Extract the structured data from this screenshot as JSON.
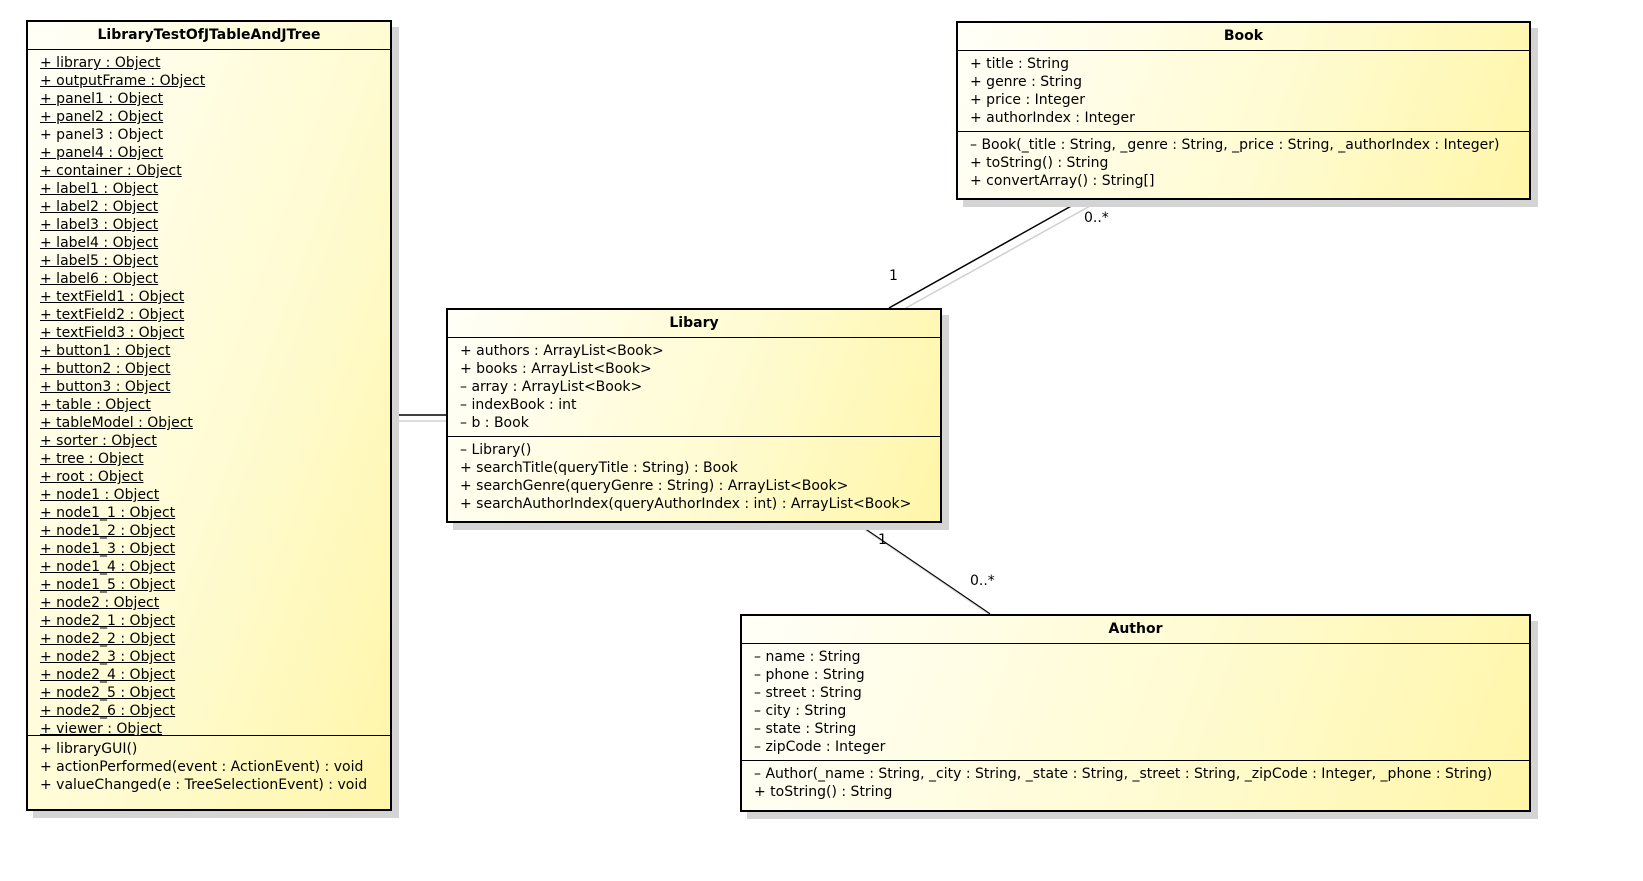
{
  "classes": {
    "gui": {
      "name": "LibraryTestOfJTableAndJTree",
      "attributes": [
        {
          "text": "+ library : Object",
          "static": true
        },
        {
          "text": "+ outputFrame : Object",
          "static": true
        },
        {
          "text": "+ panel1 : Object",
          "static": true
        },
        {
          "text": "+ panel2 : Object",
          "static": true
        },
        {
          "text": "+ panel3 : Object",
          "static": false
        },
        {
          "text": "+ panel4 : Object",
          "static": true
        },
        {
          "text": "+ container : Object",
          "static": true
        },
        {
          "text": "+ label1 : Object",
          "static": true
        },
        {
          "text": "+ label2 : Object",
          "static": true
        },
        {
          "text": "+ label3 : Object",
          "static": true
        },
        {
          "text": "+ label4 : Object",
          "static": true
        },
        {
          "text": "+ label5 : Object",
          "static": true
        },
        {
          "text": "+ label6 : Object",
          "static": true
        },
        {
          "text": "+ textField1 : Object",
          "static": true
        },
        {
          "text": "+ textField2 : Object",
          "static": true
        },
        {
          "text": "+ textField3 : Object",
          "static": true
        },
        {
          "text": "+ button1 : Object",
          "static": true
        },
        {
          "text": "+ button2 : Object",
          "static": true
        },
        {
          "text": "+ button3 : Object",
          "static": true
        },
        {
          "text": "+ table : Object",
          "static": true
        },
        {
          "text": "+ tableModel : Object",
          "static": true
        },
        {
          "text": "+ sorter : Object",
          "static": true
        },
        {
          "text": "+ tree : Object",
          "static": true
        },
        {
          "text": "+ root : Object",
          "static": true
        },
        {
          "text": "+ node1 : Object",
          "static": true
        },
        {
          "text": "+ node1_1 : Object",
          "static": true
        },
        {
          "text": "+ node1_2 : Object",
          "static": true
        },
        {
          "text": "+ node1_3 : Object",
          "static": true
        },
        {
          "text": "+ node1_4 : Object",
          "static": true
        },
        {
          "text": "+ node1_5 : Object",
          "static": true
        },
        {
          "text": "+ node2 : Object",
          "static": true
        },
        {
          "text": "+ node2_1 : Object",
          "static": true
        },
        {
          "text": "+ node2_2 : Object",
          "static": true
        },
        {
          "text": "+ node2_3 : Object",
          "static": true
        },
        {
          "text": "+ node2_4 : Object",
          "static": true
        },
        {
          "text": "+ node2_5 : Object",
          "static": true
        },
        {
          "text": "+ node2_6 : Object",
          "static": true
        },
        {
          "text": "+ viewer : Object",
          "static": true
        }
      ],
      "operations": [
        {
          "text": "+ libraryGUI()"
        },
        {
          "text": "+ actionPerformed(event : ActionEvent) : void"
        },
        {
          "text": "+ valueChanged(e : TreeSelectionEvent) : void"
        }
      ]
    },
    "book": {
      "name": "Book",
      "attributes": [
        {
          "text": "+ title : String"
        },
        {
          "text": "+ genre : String"
        },
        {
          "text": "+ price : Integer"
        },
        {
          "text": "+ authorIndex : Integer"
        }
      ],
      "operations": [
        {
          "text": "– Book(_title : String, _genre : String, _price : String, _authorIndex : Integer)"
        },
        {
          "text": "+ toString() : String"
        },
        {
          "text": "+ convertArray() : String[]"
        }
      ]
    },
    "library": {
      "name": "Libary",
      "attributes": [
        {
          "text": "+ authors : ArrayList<Book>"
        },
        {
          "text": "+ books : ArrayList<Book>"
        },
        {
          "text": "– array : ArrayList<Book>"
        },
        {
          "text": "– indexBook : int"
        },
        {
          "text": "– b : Book"
        }
      ],
      "operations": [
        {
          "text": "– Library()"
        },
        {
          "text": "+ searchTitle(queryTitle : String) : Book"
        },
        {
          "text": "+ searchGenre(queryGenre : String) : ArrayList<Book>"
        },
        {
          "text": "+ searchAuthorIndex(queryAuthorIndex : int) : ArrayList<Book>"
        }
      ]
    },
    "author": {
      "name": "Author",
      "attributes": [
        {
          "text": "– name : String"
        },
        {
          "text": "– phone : String"
        },
        {
          "text": "– street : String"
        },
        {
          "text": "– city : String"
        },
        {
          "text": "– state : String"
        },
        {
          "text": "– zipCode : Integer"
        }
      ],
      "operations": [
        {
          "text": "– Author(_name : String, _city : String, _state : String, _street : String, _zipCode : Integer, _phone : String)"
        },
        {
          "text": "+ toString() : String"
        }
      ]
    }
  },
  "associations": [
    {
      "from": "gui",
      "to": "library"
    },
    {
      "from": "library",
      "to": "book",
      "from_mult": "1",
      "to_mult": "0..*"
    },
    {
      "from": "library",
      "to": "author",
      "from_mult": "1",
      "to_mult": "0..*"
    }
  ],
  "colors": {
    "fill_light": "#fffff8",
    "fill_dark": "#fff6a8",
    "border": "#000000",
    "shadow": "#d4d4d4"
  }
}
